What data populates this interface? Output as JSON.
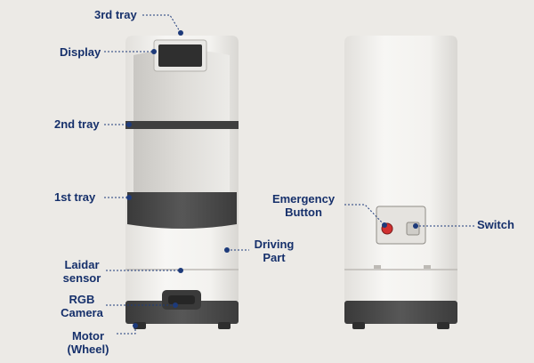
{
  "figure": {
    "labels": {
      "tray3": "3rd tray",
      "display": "Display",
      "tray2": "2nd tray",
      "tray1": "1st tray",
      "driving_line1": "Driving",
      "driving_line2": "Part",
      "lidar_line1": "Laidar",
      "lidar_line2": "sensor",
      "rgb_line1": "RGB",
      "rgb_line2": "Camera",
      "motor_line1": "Motor",
      "motor_line2": "(Wheel)",
      "emergency_line1": "Emergency",
      "emergency_line2": "Button",
      "switch": "Switch"
    },
    "colors": {
      "background": "#eceae6",
      "label_text": "#16306b",
      "leader_line": "#1d3a7a",
      "robot_body": "#f2f1ef",
      "inner_cavity": "#d7d5d1",
      "dark_band": "#4a4a4a",
      "base": "#3d3d3d",
      "emergency_red": "#d13030"
    }
  }
}
